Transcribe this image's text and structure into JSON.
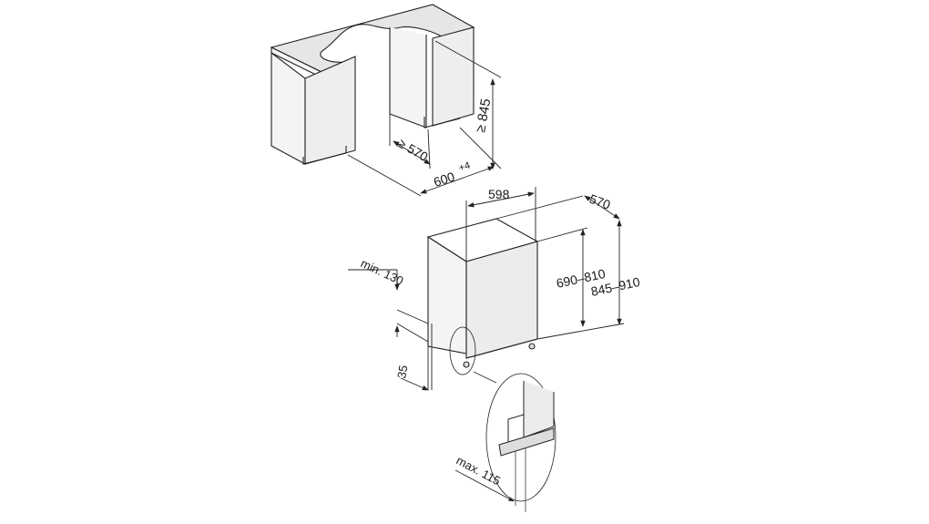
{
  "diagram": {
    "type": "installation-dimensions",
    "subject": "fully integrated dishwasher",
    "units": "mm",
    "colors": {
      "background": "#ffffff",
      "line": "#222222",
      "panel": "#f2f2f2",
      "worktop": "#e6e6e6",
      "door": "#ececec"
    },
    "niche": {
      "depth_label": "≥ 570",
      "height_label": "≥ 845",
      "width_label": "600",
      "width_tolerance": "+4"
    },
    "appliance": {
      "width_label": "598",
      "depth_label": "570",
      "door_height_label": "690–810",
      "overall_height_label": "845–910",
      "plinth_height_label": "min. 130",
      "plinth_offset_label": "35",
      "plinth_depth_label": "max. 115"
    }
  }
}
